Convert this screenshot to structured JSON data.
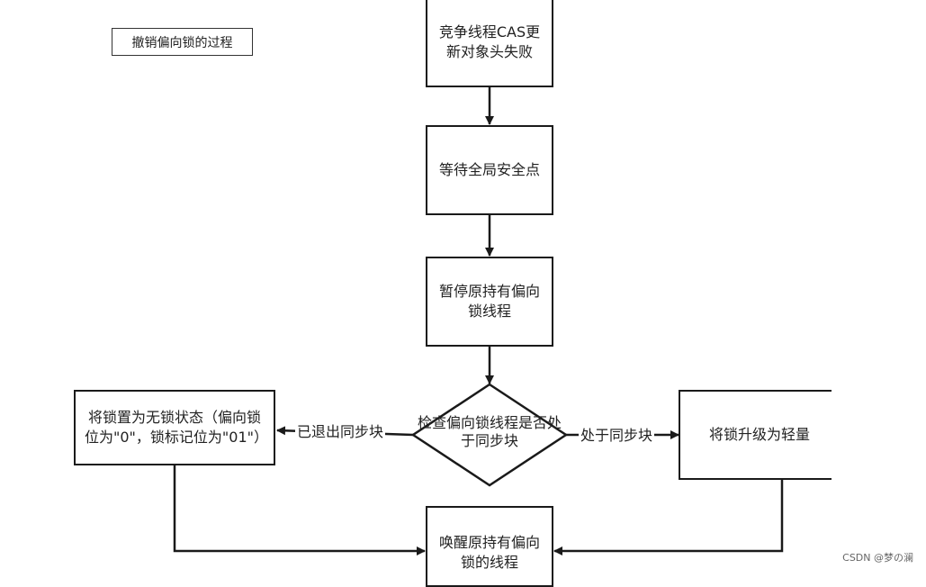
{
  "title": "撤销偏向锁的过程",
  "nodes": {
    "cas_fail": "竞争线程CAS更新对象头失败",
    "wait_safepoint": "等待全局安全点",
    "pause_thread": "暂停原持有偏向锁线程",
    "check_sync": "检查偏向锁线程是否处于同步块",
    "set_unlocked": "将锁置为无锁状态（偏向锁位为\"0\"，锁标记位为\"01\"）",
    "upgrade_light": "将锁升级为轻量",
    "wake_thread": "唤醒原持有偏向锁的线程"
  },
  "edge_labels": {
    "exited_sync": "已退出同步块",
    "in_sync": "处于同步块"
  },
  "watermark": "CSDN @梦の澜"
}
